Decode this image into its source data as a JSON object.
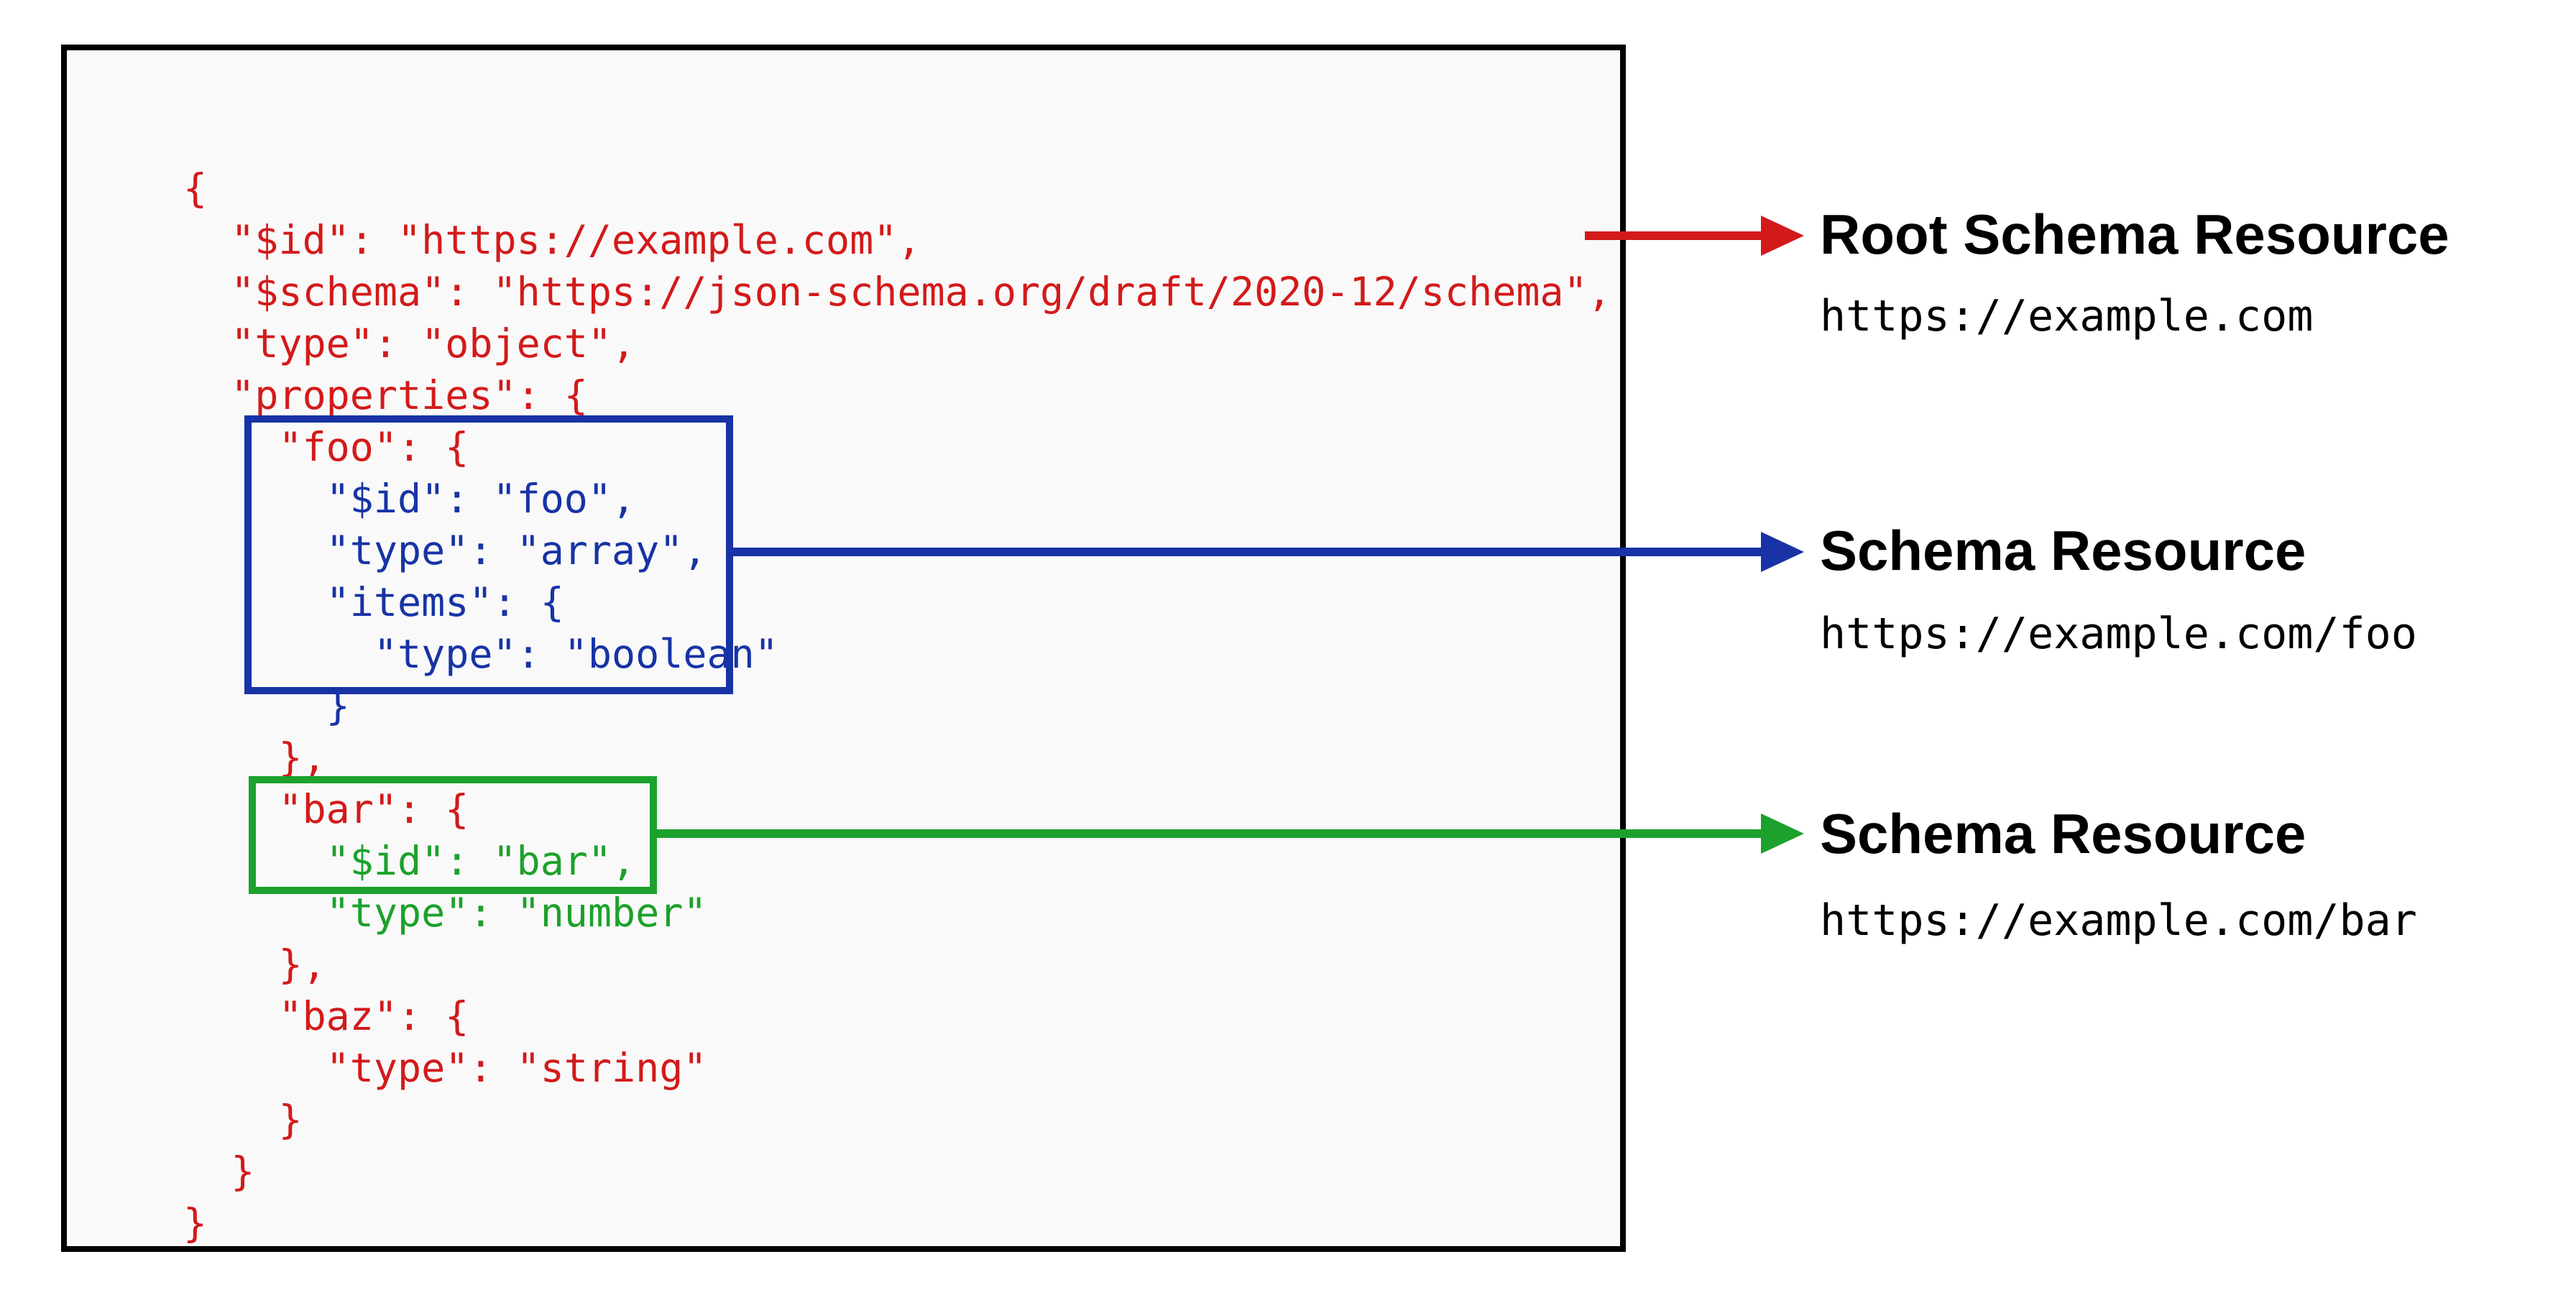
{
  "diagram": {
    "description": "JSON Schema document showing embedded schema resources",
    "code_lines": [
      {
        "text": "{",
        "color": "red"
      },
      {
        "text": "  \"$id\": \"https://example.com\",",
        "color": "red"
      },
      {
        "text": "  \"$schema\": \"https://json-schema.org/draft/2020-12/schema\",",
        "color": "red"
      },
      {
        "text": "  \"type\": \"object\",",
        "color": "red"
      },
      {
        "text": "  \"properties\": {",
        "color": "red"
      },
      {
        "text": "    \"foo\": {",
        "color": "red"
      },
      {
        "text": "      \"$id\": \"foo\",",
        "color": "blue"
      },
      {
        "text": "      \"type\": \"array\",",
        "color": "blue"
      },
      {
        "text": "      \"items\": {",
        "color": "blue"
      },
      {
        "text": "        \"type\": \"boolean\"",
        "color": "blue"
      },
      {
        "text": "      }",
        "color": "blue"
      },
      {
        "text": "    },",
        "color": "red"
      },
      {
        "text": "    \"bar\": {",
        "color": "red"
      },
      {
        "text": "      \"$id\": \"bar\",",
        "color": "green"
      },
      {
        "text": "      \"type\": \"number\"",
        "color": "green"
      },
      {
        "text": "    },",
        "color": "red"
      },
      {
        "text": "    \"baz\": {",
        "color": "red"
      },
      {
        "text": "      \"type\": \"string\"",
        "color": "red"
      },
      {
        "text": "    }",
        "color": "red"
      },
      {
        "text": "  }",
        "color": "red"
      },
      {
        "text": "}",
        "color": "red"
      }
    ],
    "annotations": [
      {
        "title": "Root Schema Resource",
        "uri": "https://example.com",
        "arrow_color": "red"
      },
      {
        "title": "Schema Resource",
        "uri": "https://example.com/foo",
        "arrow_color": "blue"
      },
      {
        "title": "Schema Resource",
        "uri": "https://example.com/bar",
        "arrow_color": "green"
      }
    ],
    "colors": {
      "red": "#d31a1a",
      "blue": "#1733a5",
      "green": "#1ca12c",
      "border": "#000000",
      "panel_bg": "#f9f9f9",
      "label_text": "#000000"
    }
  }
}
